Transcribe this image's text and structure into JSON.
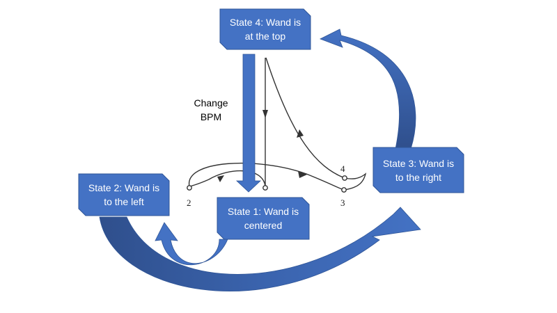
{
  "states": {
    "state1": "State 1: Wand is\ncentered",
    "state2": "State 2: Wand is\nto the left",
    "state3": "State 3: Wand is\nto the right",
    "state4": "State 4: Wand is\nat the top"
  },
  "bpm_label": "Change\nBPM",
  "beat_points": {
    "p2": "2",
    "p3": "3",
    "p4": "4"
  },
  "colors": {
    "box_fill": "#4472c4",
    "box_border": "#2f5597",
    "arrow_fill": "#4472c4",
    "arrow_dark": "#2f4f8c",
    "sketch_line": "#333333"
  }
}
